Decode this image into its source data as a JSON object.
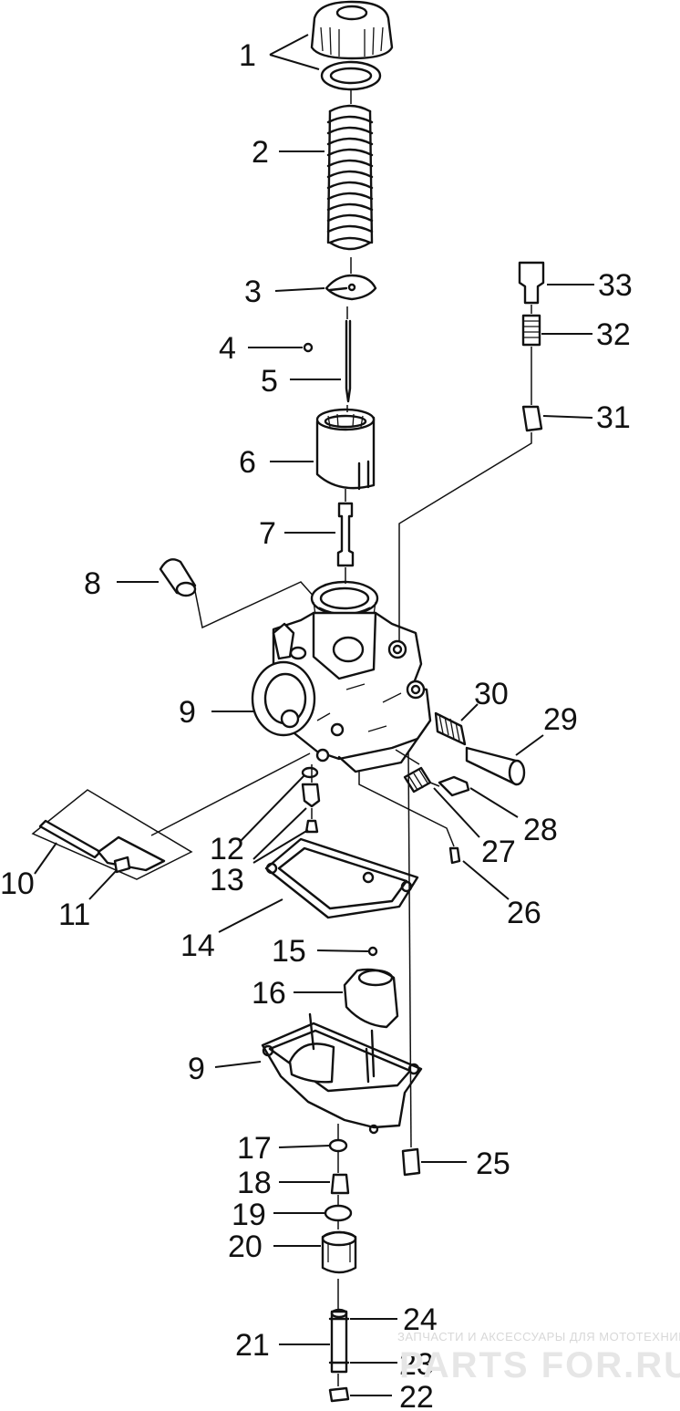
{
  "callouts": [
    {
      "id": "c1",
      "text": "1"
    },
    {
      "id": "c2",
      "text": "2"
    },
    {
      "id": "c3",
      "text": "3"
    },
    {
      "id": "c4",
      "text": "4"
    },
    {
      "id": "c5",
      "text": "5"
    },
    {
      "id": "c6",
      "text": "6"
    },
    {
      "id": "c7",
      "text": "7"
    },
    {
      "id": "c8",
      "text": "8"
    },
    {
      "id": "c9a",
      "text": "9"
    },
    {
      "id": "c10",
      "text": "10"
    },
    {
      "id": "c11",
      "text": "11"
    },
    {
      "id": "c12",
      "text": "12"
    },
    {
      "id": "c13",
      "text": "13"
    },
    {
      "id": "c14",
      "text": "14"
    },
    {
      "id": "c15",
      "text": "15"
    },
    {
      "id": "c16",
      "text": "16"
    },
    {
      "id": "c9b",
      "text": "9"
    },
    {
      "id": "c17",
      "text": "17"
    },
    {
      "id": "c18",
      "text": "18"
    },
    {
      "id": "c19",
      "text": "19"
    },
    {
      "id": "c20",
      "text": "20"
    },
    {
      "id": "c21",
      "text": "21"
    },
    {
      "id": "c22",
      "text": "22"
    },
    {
      "id": "c23",
      "text": "23"
    },
    {
      "id": "c24",
      "text": "24"
    },
    {
      "id": "c25",
      "text": "25"
    },
    {
      "id": "c26",
      "text": "26"
    },
    {
      "id": "c27",
      "text": "27"
    },
    {
      "id": "c28",
      "text": "28"
    },
    {
      "id": "c29",
      "text": "29"
    },
    {
      "id": "c30",
      "text": "30"
    },
    {
      "id": "c31",
      "text": "31"
    },
    {
      "id": "c32",
      "text": "32"
    },
    {
      "id": "c33",
      "text": "33"
    }
  ],
  "watermark": {
    "tagline": "ЗАПЧАСТИ И АКСЕССУАРЫ ДЛЯ МОТОТЕХНИКИ",
    "brand": "PARTS FOR.RU"
  }
}
